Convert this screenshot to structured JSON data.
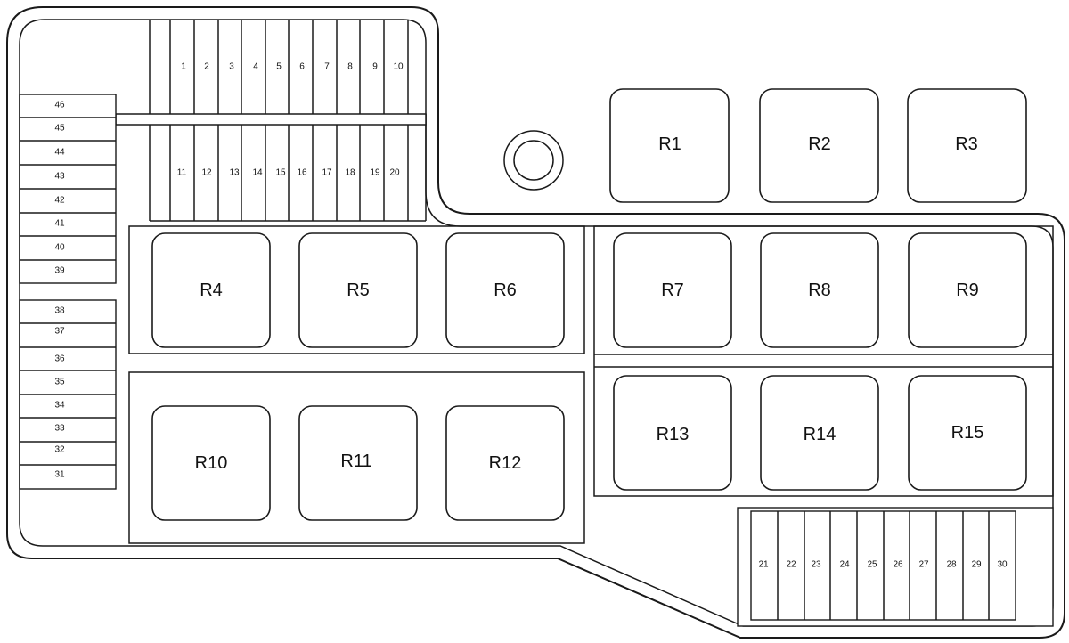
{
  "relays": [
    "R1",
    "R2",
    "R3",
    "R4",
    "R5",
    "R6",
    "R7",
    "R8",
    "R9",
    "R10",
    "R11",
    "R12",
    "R13",
    "R14",
    "R15"
  ],
  "fuses_top_row": [
    "1",
    "2",
    "3",
    "4",
    "5",
    "6",
    "7",
    "8",
    "9",
    "10"
  ],
  "fuses_second_row": [
    "11",
    "12",
    "13",
    "14",
    "15",
    "16",
    "17",
    "18",
    "19",
    "20"
  ],
  "fuses_bottom_right": [
    "21",
    "22",
    "23",
    "24",
    "25",
    "26",
    "27",
    "28",
    "29",
    "30"
  ],
  "fuses_left_column_lower": [
    "38",
    "37",
    "36",
    "35",
    "34",
    "33",
    "32",
    "31"
  ],
  "fuses_left_column_upper": [
    "46",
    "45",
    "44",
    "43",
    "42",
    "41",
    "40",
    "39"
  ]
}
